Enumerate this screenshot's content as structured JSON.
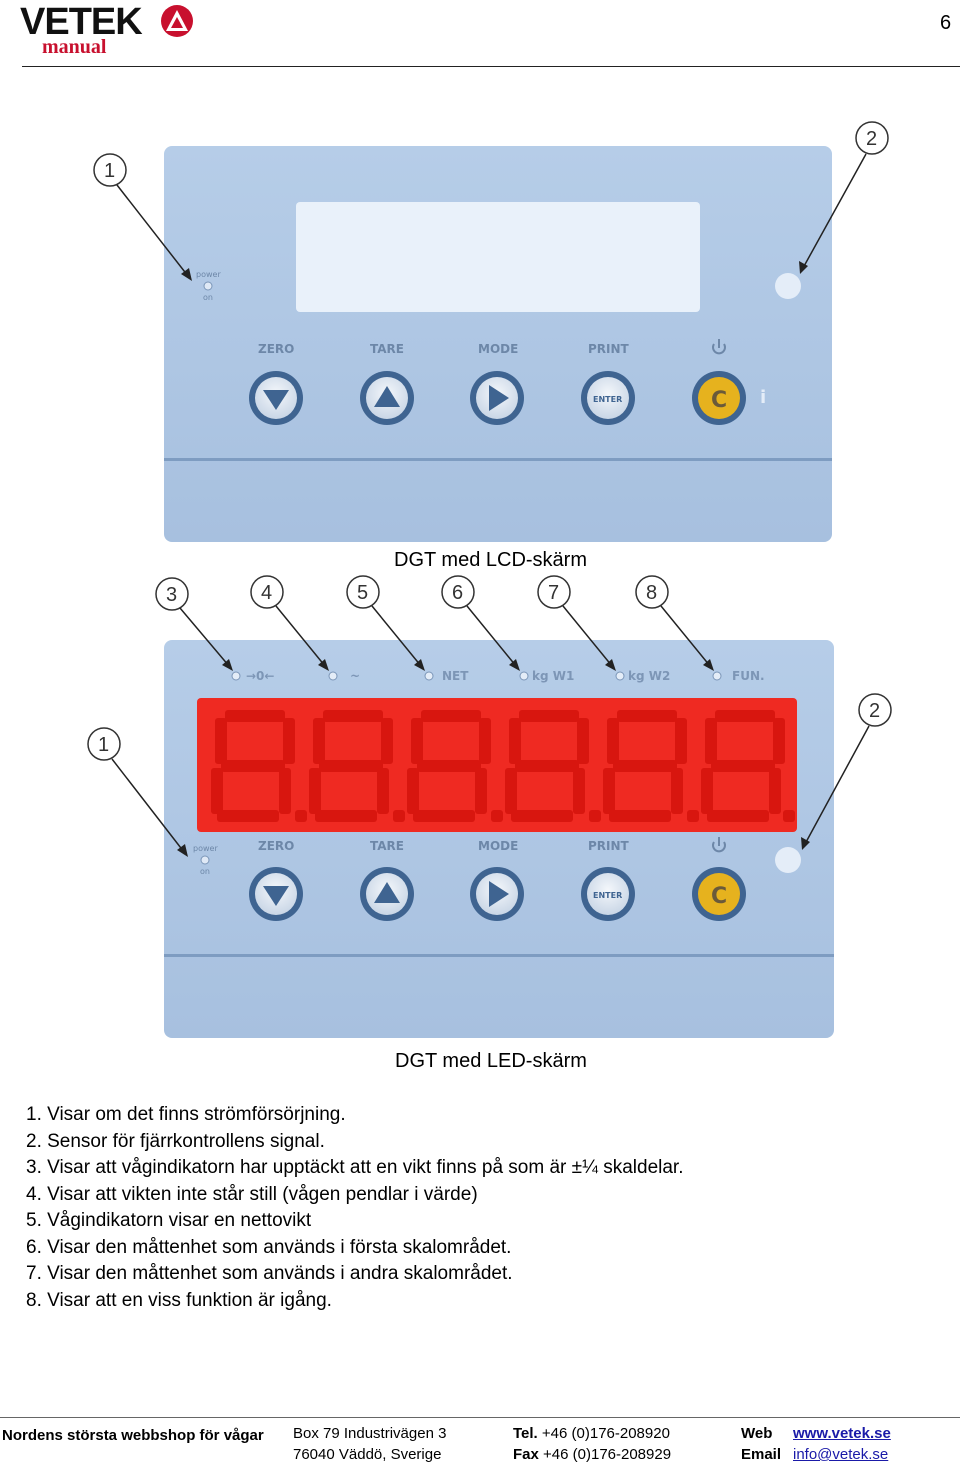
{
  "header": {
    "logo_word": "VETEK",
    "logo_sub": "manual",
    "page_number": "6"
  },
  "panel_lcd": {
    "power_label_1": "power",
    "power_label_2": "on",
    "buttons": [
      {
        "label": "ZERO",
        "icon": "triangle-down-icon"
      },
      {
        "label": "TARE",
        "icon": "triangle-up-icon"
      },
      {
        "label": "MODE",
        "icon": "triangle-right-icon"
      },
      {
        "label": "PRINT",
        "icon": "enter-icon",
        "inner": "ENTER"
      },
      {
        "label": "",
        "icon": "c-power-icon",
        "inner": "C"
      }
    ],
    "info_glyph": "i",
    "callouts": [
      "1",
      "2"
    ],
    "caption": "DGT med LCD-skärm"
  },
  "panel_led": {
    "indicators": [
      "→0←",
      "~",
      "NET",
      "kg W1",
      "kg W2",
      "FUN."
    ],
    "power_label_1": "power",
    "power_label_2": "on",
    "buttons": [
      {
        "label": "ZERO",
        "icon": "triangle-down-icon"
      },
      {
        "label": "TARE",
        "icon": "triangle-up-icon"
      },
      {
        "label": "MODE",
        "icon": "triangle-right-icon"
      },
      {
        "label": "PRINT",
        "icon": "enter-icon",
        "inner": "ENTER"
      },
      {
        "label": "",
        "icon": "c-power-icon",
        "inner": "C"
      }
    ],
    "callouts": [
      "3",
      "4",
      "5",
      "6",
      "7",
      "8",
      "1",
      "2"
    ],
    "caption": "DGT med LED-skärm"
  },
  "list": [
    "1. Visar om det finns strömförsörjning.",
    "2. Sensor för fjärrkontrollens signal.",
    "3. Visar att vågindikatorn har upptäckt att en vikt finns på som är ±¼ skaldelar.",
    "4. Visar att vikten inte står still (vågen pendlar i värde)",
    "5. Vågindikatorn visar en nettovikt",
    "6. Visar den måttenhet som används i första skalområdet.",
    "7. Visar den måttenhet som används i andra skalområdet.",
    "8. Visar att en viss funktion är igång."
  ],
  "footer": {
    "tagline": "Nordens största webbshop för vågar",
    "address_1": "Box 79 Industrivägen 3",
    "address_2": "76040 Väddö, Sverige",
    "tel_label": "Tel.",
    "tel": "+46 (0)176-208920",
    "fax_label": "Fax",
    "fax": "+46 (0)176-208929",
    "web_label": "Web",
    "web": "www.vetek.se",
    "email_label": "Email",
    "email": "info@vetek.se"
  },
  "colors": {
    "panel": "#a9c2e0",
    "panel_dark": "#5d7fa8",
    "button_ring": "#3f6491",
    "led_red": "#f0221c",
    "c_yellow": "#e6b21e",
    "logo_red": "#c8102e"
  }
}
